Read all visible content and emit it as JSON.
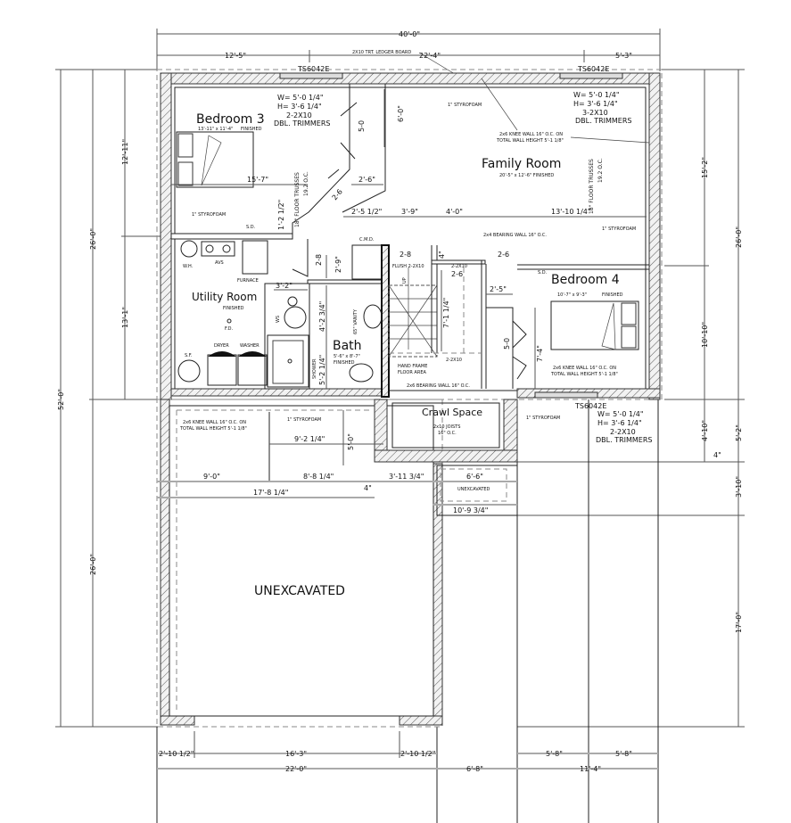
{
  "rooms": {
    "bedroom3": "Bedroom 3",
    "bedroom3_size": "13'-11\" x 11'-4\"",
    "bedroom3_finish": "FINISHED",
    "family": "Family Room",
    "family_size": "20'-5\" x 12'-6\"  FINISHED",
    "utility": "Utility Room",
    "utility_finish": "FINISHED",
    "bath": "Bath",
    "bath_size": "5'-6\" x 8'-7\"",
    "bath_finish": "FINISHED",
    "bedroom4": "Bedroom 4",
    "bedroom4_size": "10'-7\" x 9'-3\"",
    "bedroom4_finish": "FINISHED",
    "crawl": "Crawl Space",
    "unexcavated": "UNEXCAVATED",
    "unexcavated_small": "UNEXCAVATED"
  },
  "windows": {
    "w1_tag": "TS6042E",
    "w2_tag": "TS6042E",
    "w3_tag": "TS6042E",
    "w1": [
      "W= 5'-0 1/4\"",
      "H= 3'-6 1/4\"",
      "2-2X10",
      "DBL. TRIMMERS"
    ],
    "w2": [
      "W= 5'-0 1/4\"",
      "H= 3'-6 1/4\"",
      "3-2X10",
      "DBL. TRIMMERS"
    ],
    "w3": [
      "W= 5'-0 1/4\"",
      "H= 3'-6 1/4\"",
      "2-2X10",
      "DBL. TRIMMERS"
    ]
  },
  "dims": {
    "d40": "40'-0\"",
    "d12_5": "12'-5\"",
    "d22_4": "22'-4\"",
    "d5_3": "5'-3\"",
    "d52": "52'-0\"",
    "d26a": "26'-0\"",
    "d26b": "26'-0\"",
    "d12_11": "12'-11\"",
    "d13_1": "13'-1\"",
    "d15_2": "15'-2\"",
    "d10_10": "10'-10\"",
    "d4_10": "4'-10\"",
    "d4in": "4\"",
    "d26r": "26'-0\"",
    "d5_2": "5'-2\"",
    "d3_10": "3'-10\"",
    "d17_0": "17'-0\"",
    "b2_10a": "2'-10 1/2\"",
    "b16_3": "16'-3\"",
    "b2_10b": "2'-10 1/2\"",
    "b5_8a": "5'-8\"",
    "b5_8b": "5'-8\"",
    "b22_0": "22'-0\"",
    "b6_8": "6'-8\"",
    "b11_4": "11'-4\"",
    "l9_0": "9'-0\"",
    "l8_8": "8'-8 1/4\"",
    "l4in": "4\"",
    "l3_11": "3'-11 3/4\"",
    "l6_6": "6'-6\"",
    "l17_8": "17'-8 1/4\"",
    "l10_9": "10'-9 3/4\"",
    "l9_2": "9'-2 1/4\"",
    "l5_0": "5'-0\"",
    "i15_7": "15'-7\"",
    "i6_0": "6'-0\"",
    "i5_0a": "5-0",
    "i2_6a": "2'-6\"",
    "i2_6b": "2-6",
    "i1_2": "1'-2 1/2\"",
    "i2_5": "2'-5 1/2\"",
    "i3_9": "3'-9\"",
    "i4_0": "4'-0\"",
    "i13_10": "13'-10 1/4\"",
    "i2_8a": "2-8",
    "i2_9": "2'-9\"",
    "i3_2": "3'-2\"",
    "i4_2": "4'-2 3/4\"",
    "i5_2": "5'-2 1/4\"",
    "i2_8b": "2-8",
    "i2_6c": "2-6",
    "i2_6d": "2-6",
    "i7_1": "7'-1 1/4\"",
    "i4b": "4\"",
    "i2_5b": "2'-5\"",
    "i5_0b": "5-0",
    "i7_4": "7'-4\""
  },
  "notes": {
    "ledger": "2X10 TRT. LEDGER BOARD",
    "styro_top": "1\" STYROFOAM",
    "styro_left": "1\" STYROFOAM",
    "styro_right": "1\" STYROFOAM",
    "styro_bl": "1\" STYROFOAM",
    "styro_br": "1\" STYROFOAM",
    "knee_a1": "2x6 KNEE WALL 16\" O.C. ON",
    "knee_a2": "TOTAL WALL HEIGHT 5'-1 1/8\"",
    "knee_b1": "2x6 KNEE WALL 16\" O.C. ON",
    "knee_b2": "TOTAL WALL HEIGHT 5'-1 1/8\"",
    "knee_c1": "2x6 KNEE WALL 16\" O.C. ON",
    "knee_c2": "TOTAL WALL HEIGHT 5'-1 1/8\"",
    "truss_a1": "18\" FLOOR TRUSSES",
    "truss_a2": "19.2 O.C.",
    "truss_b1": "18\" FLOOR TRUSSES",
    "truss_b2": "19.2 O.C.",
    "sd1": "S.D.",
    "sd2": "S.D.",
    "cmd": "C.M.D.",
    "flush": "FLUSH 2-2X10",
    "up": "UP",
    "hdr1": "2-2X10",
    "hdr2": "2-2X10",
    "bearing4": "2x4 BEARING WALL 16\" O.C.",
    "bearing6": "2x6 BEARING WALL 16\" O.C.",
    "hand1": "HAND FRAME",
    "hand2": "FLOOR AREA",
    "joist1": "2x10 JOISTS",
    "joist2": "16\" O.C.",
    "wh": "W.H.",
    "avs": "AVS",
    "furnace": "FURNACE",
    "fd": "F.D.",
    "ws": "WS",
    "dryer": "DRYER",
    "washer": "WASHER",
    "sf": "S.F.",
    "vanity": "65\" VANITY",
    "shower": "SHOWER"
  },
  "colors": {
    "line": "#222222",
    "hatch": "#555555",
    "dimension_bar": "#aaaaaa"
  }
}
